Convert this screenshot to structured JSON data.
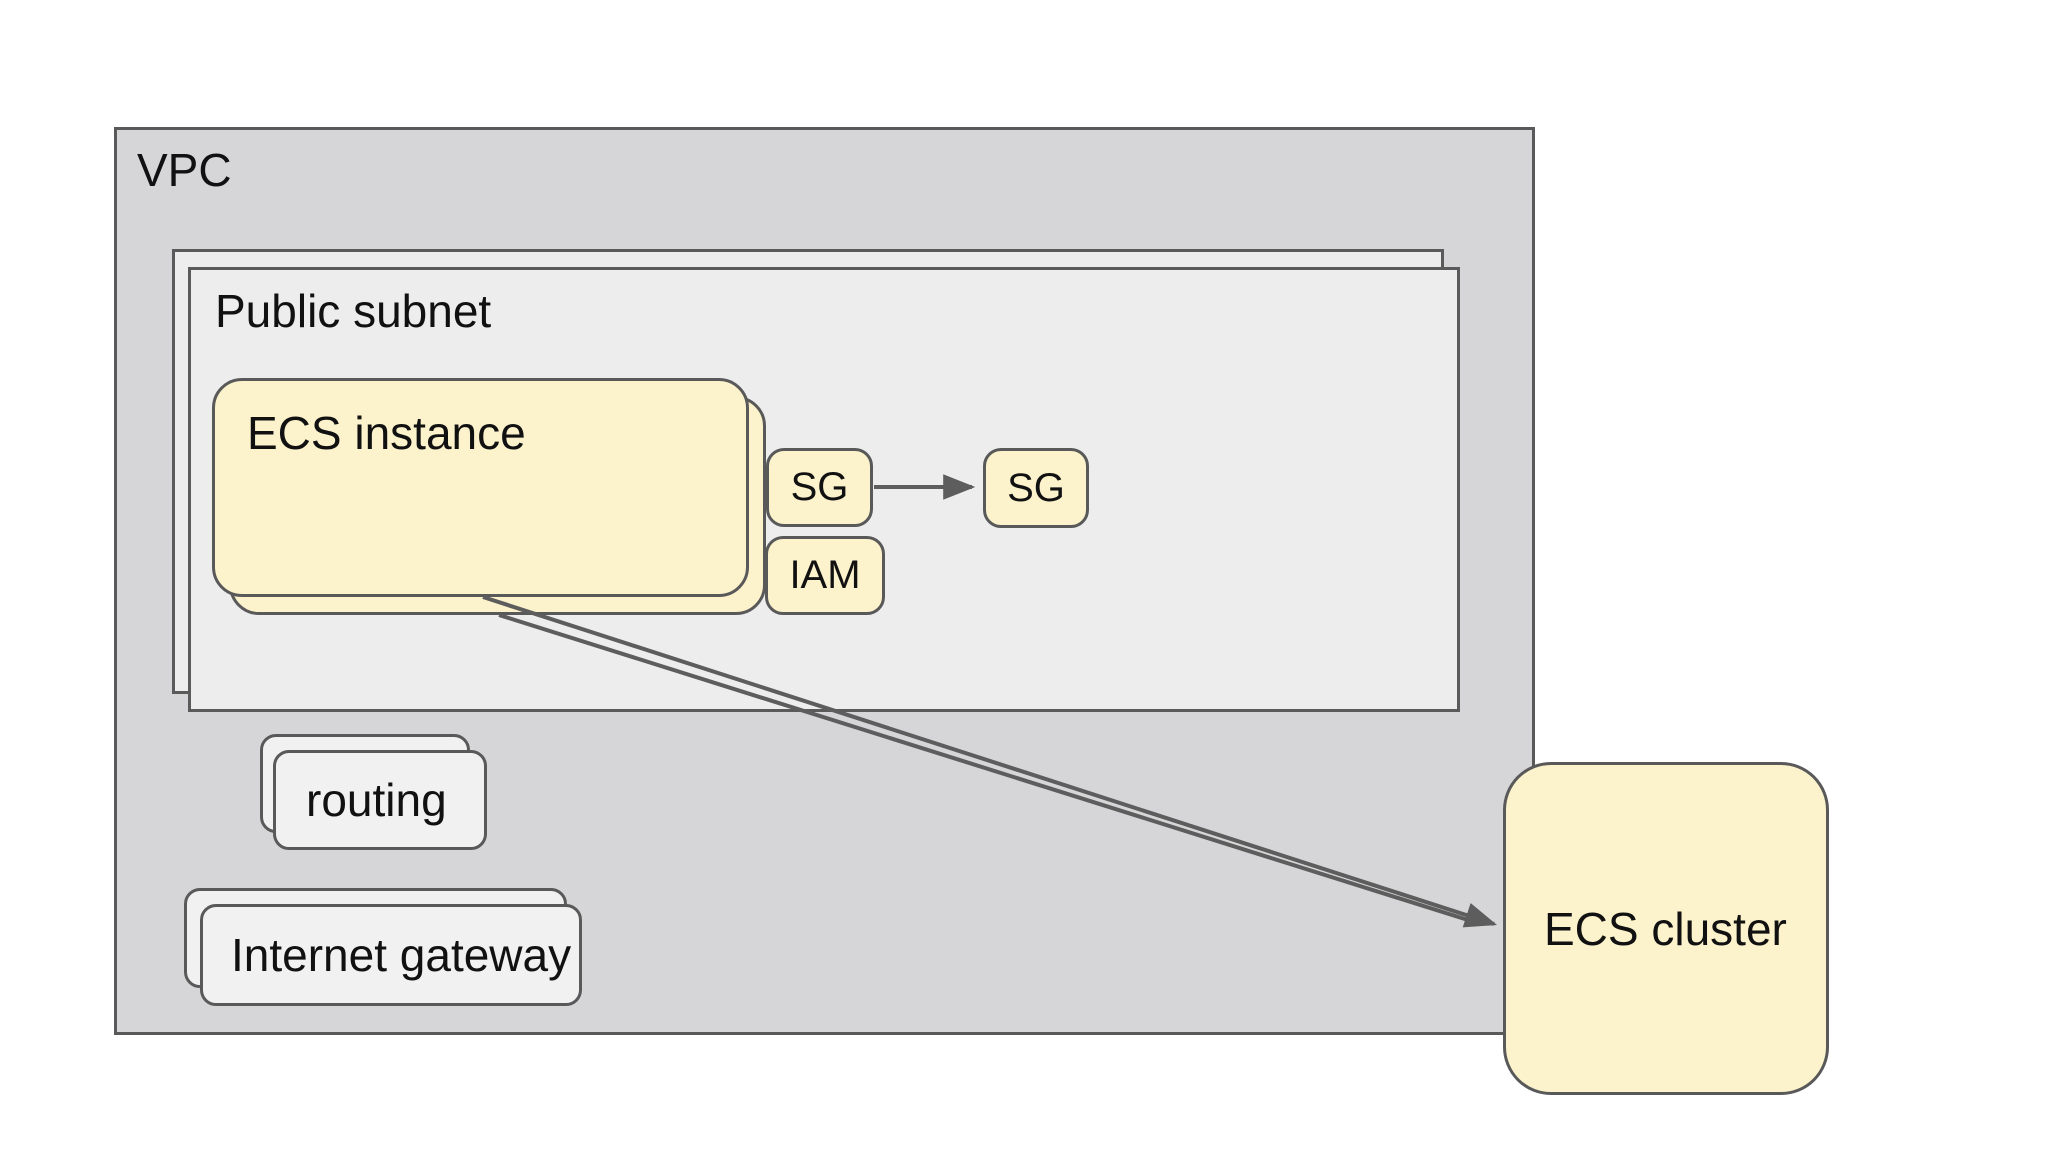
{
  "diagram": {
    "kind": "cloud-architecture-diagram",
    "nodes": {
      "vpc": {
        "label": "VPC",
        "fill": "#d6d6d8",
        "shape": "rectangle",
        "stacked": false
      },
      "public_subnet": {
        "label": "Public subnet",
        "fill": "#ededee",
        "shape": "rectangle",
        "stacked": true
      },
      "ecs_instance": {
        "label": "ECS instance",
        "fill": "#fcf2cc",
        "shape": "rounded-rectangle",
        "stacked": true
      },
      "sg_instance": {
        "label": "SG",
        "fill": "#fcf2cc",
        "shape": "rounded-rectangle",
        "stacked": false
      },
      "iam": {
        "label": "IAM",
        "fill": "#fcf2cc",
        "shape": "rounded-rectangle",
        "stacked": false
      },
      "sg_external": {
        "label": "SG",
        "fill": "#fcf2cc",
        "shape": "rounded-rectangle",
        "stacked": false
      },
      "routing": {
        "label": "routing",
        "fill": "#f1f1f2",
        "shape": "rounded-rectangle",
        "stacked": true
      },
      "internet_gateway": {
        "label": "Internet gateway",
        "fill": "#f1f1f2",
        "shape": "rounded-rectangle",
        "stacked": true
      },
      "ecs_cluster": {
        "label": "ECS cluster",
        "fill": "#fcf2cc",
        "shape": "rounded-rectangle",
        "stacked": false
      }
    },
    "containment": {
      "vpc": [
        "public_subnet",
        "routing",
        "internet_gateway"
      ],
      "public_subnet": [
        "ecs_instance",
        "sg_instance",
        "iam",
        "sg_external"
      ]
    },
    "edges": [
      {
        "from": "sg_instance",
        "to": "sg_external",
        "type": "arrow"
      },
      {
        "from": "ecs_instance",
        "to": "ecs_cluster",
        "type": "arrow"
      },
      {
        "from": "ecs_instance_stack_copy",
        "to": "ecs_cluster",
        "type": "arrow"
      }
    ],
    "colors": {
      "canvas_background": "#ffffff",
      "vpc_fill": "#d6d6d8",
      "subnet_fill": "#ededee",
      "yellow_node_fill": "#fcf2cc",
      "gray_node_fill": "#f1f1f2",
      "border": "#595959",
      "arrow": "#5d5d5d",
      "text": "#111111"
    }
  }
}
